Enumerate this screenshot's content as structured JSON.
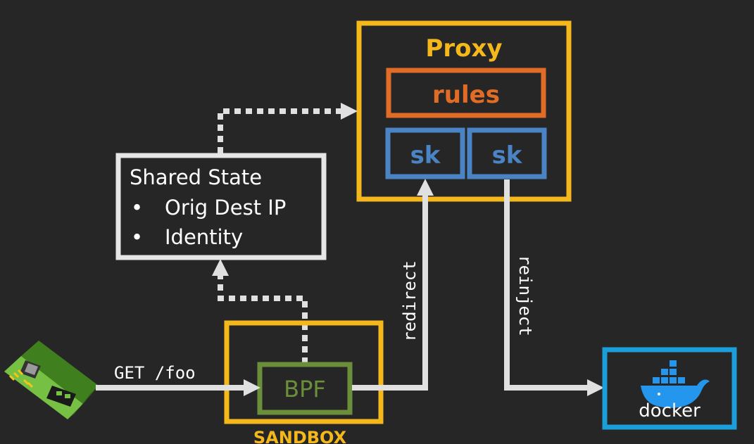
{
  "proxy": {
    "title": "Proxy",
    "rules_label": "rules",
    "socket_left": "sk",
    "socket_right": "sk"
  },
  "shared_state": {
    "title": "Shared State",
    "bullet": "•",
    "items": [
      "Orig Dest IP",
      "Identity"
    ]
  },
  "sandbox": {
    "label": "SANDBOX",
    "bpf_label": "BPF"
  },
  "nic": {
    "request_label": "GET /foo"
  },
  "edges": {
    "redirect_label": "redirect",
    "reinject_label": "reinject"
  },
  "docker": {
    "label": "docker"
  },
  "colors": {
    "background": "#262626",
    "proxy_border": "#f5b81c",
    "rules_border": "#e06c25",
    "socket_border": "#4a84c4",
    "shared_border": "#e6e6e6",
    "bpf_border": "#6b8e3a",
    "docker_border": "#1c9fd8",
    "arrow": "#e0e0e0"
  }
}
